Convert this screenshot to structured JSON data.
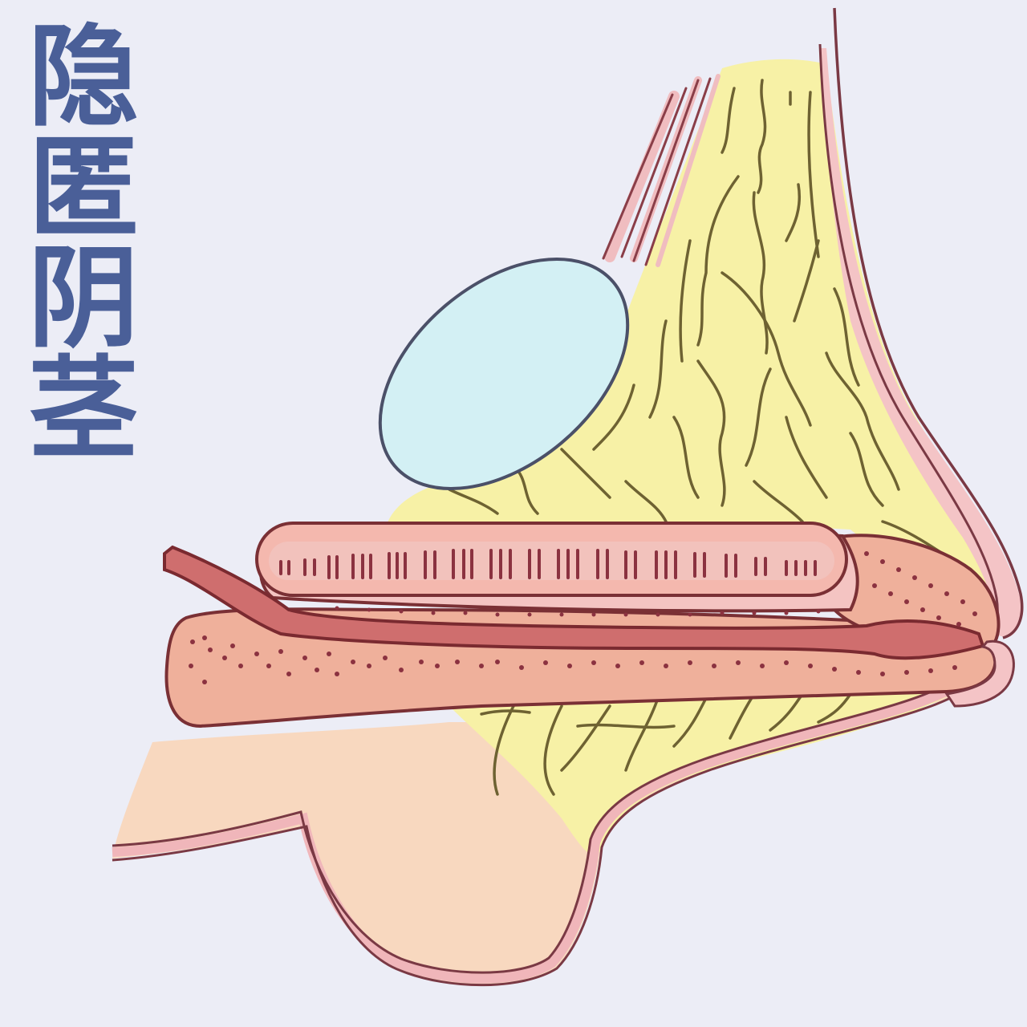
{
  "title": {
    "text": "隐匿阴茎",
    "color": "#4a5f98"
  },
  "diagram": {
    "subject": "sagittal cross-section of concealed (buried) penis",
    "background_color": "#ecedf6",
    "parts": [
      {
        "id": "pubic-bone",
        "fill": "#d3f0f4",
        "stroke": "#4b5068"
      },
      {
        "id": "suprapubic-fat-pad",
        "fill": "#f7f1a6",
        "stroke": "#6e6232"
      },
      {
        "id": "suspensory-ligament-fibers",
        "fill": "#f0bdc0",
        "stroke": "#8a3e48"
      },
      {
        "id": "abdominal-skin",
        "fill": "#f4c4c6",
        "stroke": "#7a3944"
      },
      {
        "id": "corpus-cavernosum",
        "fill": "#f4b8ae",
        "stroke": "#7a3035"
      },
      {
        "id": "urethra",
        "fill": "#cf6e6e",
        "stroke": "#7a2a30"
      },
      {
        "id": "corpus-spongiosum",
        "fill": "#efb09b",
        "stroke": "#7a3035"
      },
      {
        "id": "glans",
        "fill": "#efb09b",
        "stroke": "#7a3035"
      },
      {
        "id": "scrotum",
        "fill": "#f8d8bf",
        "stroke": "#7a3944"
      }
    ]
  }
}
